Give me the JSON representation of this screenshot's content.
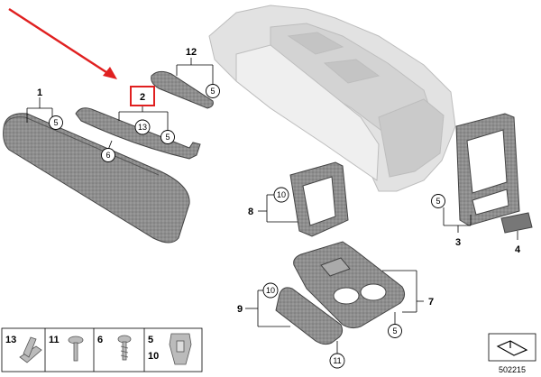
{
  "callouts": {
    "n1": "1",
    "n2": "2",
    "n3": "3",
    "n4": "4",
    "n7": "7",
    "n8": "8",
    "n9": "9",
    "n12": "12",
    "c5a": "5",
    "c5b": "5",
    "c5c": "5",
    "c5d": "5",
    "c5e": "5",
    "c6": "6",
    "c10a": "10",
    "c10b": "10",
    "c11": "11",
    "c13": "13"
  },
  "legend": {
    "l13": "13",
    "l11": "11",
    "l6": "6",
    "l5": "5",
    "l10": "10"
  },
  "footer": {
    "part_number": "502215"
  },
  "highlight": {
    "arrow_color": "#e02020",
    "box_color": "#e02020"
  }
}
